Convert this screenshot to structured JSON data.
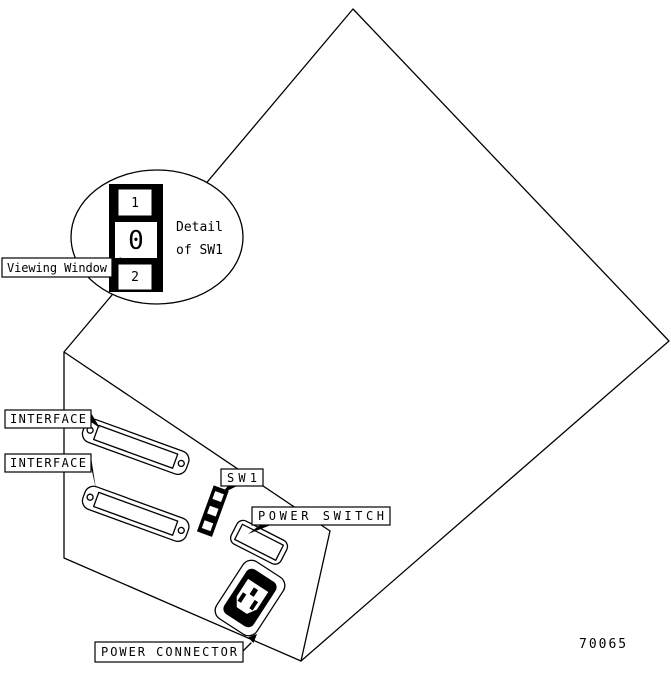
{
  "figure": {
    "number": "70065",
    "detail_callout": {
      "line1": "Detail",
      "line2": "of SW1"
    },
    "switch_detail": {
      "top_button": "1",
      "window_value": "0",
      "bottom_button": "2"
    },
    "labels": {
      "viewing_window": "Viewing Window",
      "interface_top": "INTERFACE",
      "interface_bottom": "INTERFACE",
      "sw1": "SW1",
      "power_switch": "POWER SWITCH",
      "power_connector": "POWER CONNECTOR"
    },
    "colors": {
      "line": "#000000",
      "background": "#ffffff"
    }
  }
}
